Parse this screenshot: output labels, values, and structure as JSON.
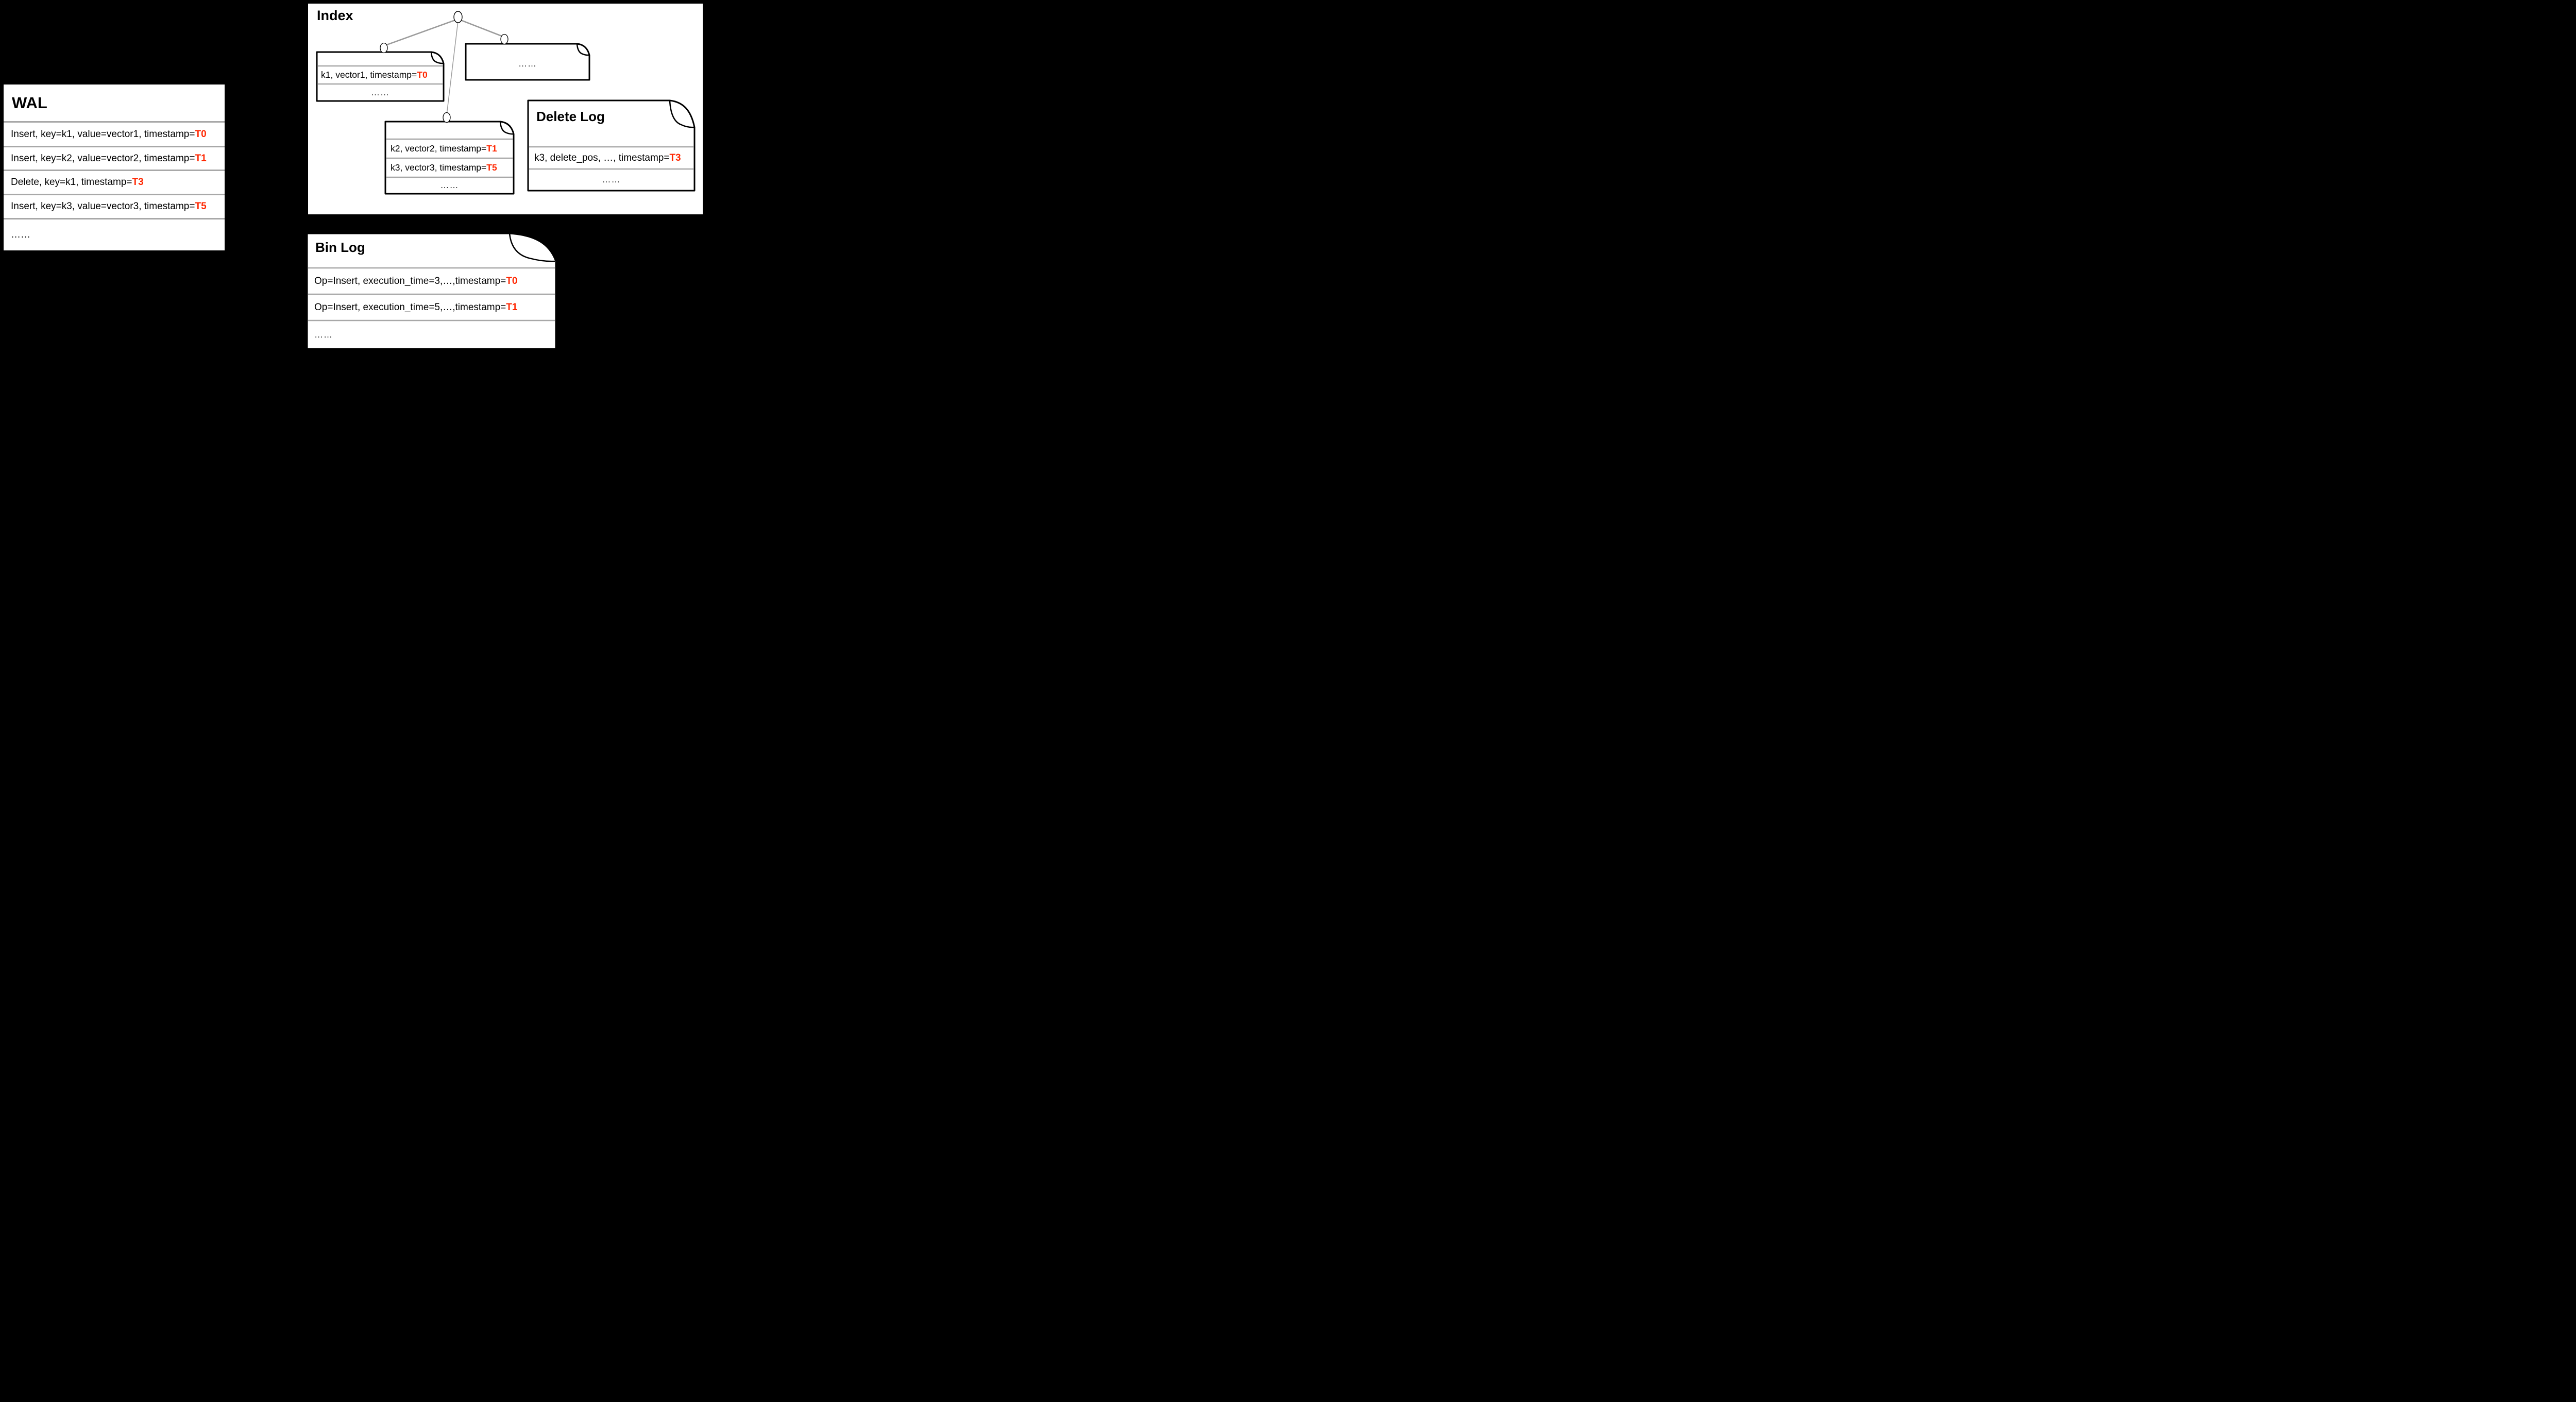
{
  "colors": {
    "background": "#000000",
    "panel_white": "#ffffff",
    "text_black": "#000000",
    "timestamp_red": "#ff2600",
    "separator_gray": "#a8a8a8",
    "tree_edge_gray": "#9c9c9c",
    "doc_outline_black": "#000000"
  },
  "wal": {
    "title": "WAL",
    "rows": [
      {
        "prefix": "Insert, key=k1, value=vector1, timestamp=",
        "ts": "T0"
      },
      {
        "prefix": "Insert, key=k2, value=vector2, timestamp=",
        "ts": "T1"
      },
      {
        "prefix": "Delete, key=k1, timestamp=",
        "ts": "T3"
      },
      {
        "prefix": "Insert, key=k3, value=vector3, timestamp=",
        "ts": "T5"
      },
      {
        "prefix": "……",
        "ts": ""
      }
    ]
  },
  "index": {
    "title": "Index",
    "node_k1": {
      "rows": [
        {
          "prefix": "k1, vector1, timestamp=",
          "ts": "T0"
        },
        {
          "prefix": "……",
          "ts": ""
        }
      ]
    },
    "node_ellipsis": {
      "label": "……"
    },
    "node_k2k3": {
      "rows": [
        {
          "prefix": "k2, vector2, timestamp=",
          "ts": "T1"
        },
        {
          "prefix": "k3, vector3, timestamp=",
          "ts": "T5"
        },
        {
          "prefix": "……",
          "ts": ""
        }
      ]
    }
  },
  "delete_log": {
    "title": "Delete Log",
    "rows": [
      {
        "prefix": "k3, delete_pos, …, timestamp=",
        "ts": "T3"
      },
      {
        "prefix": "……",
        "ts": ""
      }
    ]
  },
  "bin_log": {
    "title": "Bin Log",
    "rows": [
      {
        "prefix": "Op=Insert, execution_time=3,…,timestamp=",
        "ts": "T0"
      },
      {
        "prefix": "Op=Insert, execution_time=5,…,timestamp=",
        "ts": "T1"
      },
      {
        "prefix": "……",
        "ts": ""
      }
    ]
  }
}
